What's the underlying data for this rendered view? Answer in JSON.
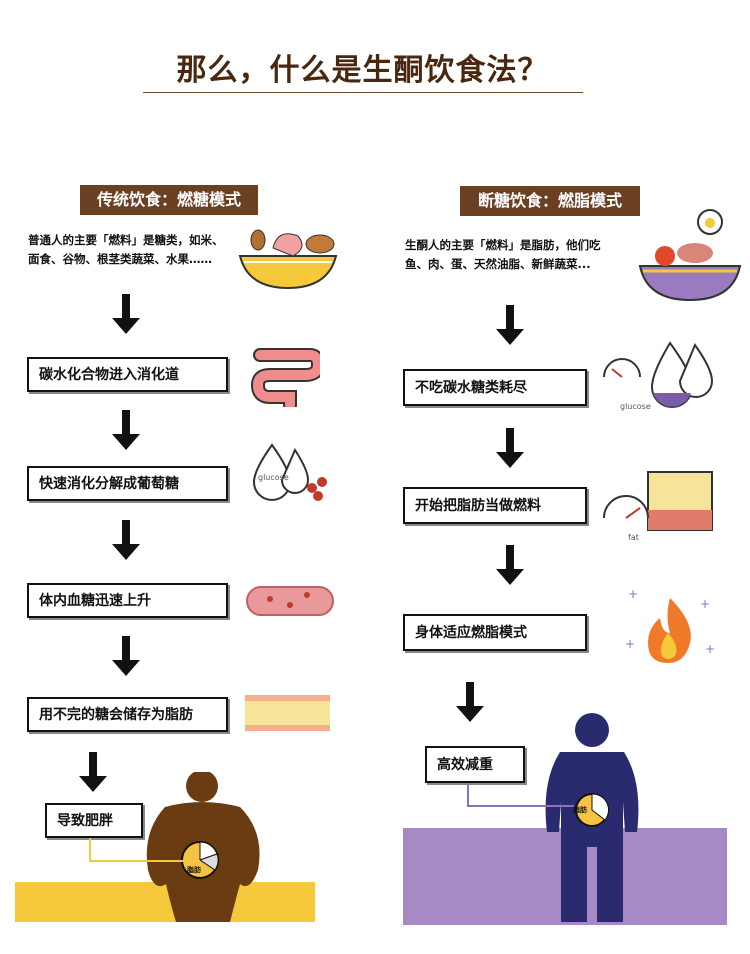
{
  "title": "那么，什么是生酮饮食法？",
  "left": {
    "header": "传统饮食：燃糖模式",
    "desc_lines": [
      "普通人的主要「燃料」是糖类，如米、",
      "面食、谷物、根茎类蔬菜、水果……"
    ],
    "steps": [
      "碳水化合物进入消化道",
      "快速消化分解成葡萄糖",
      "体内血糖迅速上升",
      "用不完的糖会储存为脂肪",
      "导致肥胖"
    ],
    "glucose_label": "glucose",
    "pie_label": "脂肪",
    "band_color": "#f5c93b",
    "figure_color": "#6b3b12"
  },
  "right": {
    "header": "断糖饮食：燃脂模式",
    "desc_lines": [
      "生酮人的主要「燃料」是脂肪，他们吃",
      "鱼、肉、蛋、天然油脂、新鲜蔬菜..."
    ],
    "steps": [
      "不吃碳水糖类耗尽",
      "开始把脂肪当做燃料",
      "身体适应燃脂模式",
      "高效减重"
    ],
    "glucose_label": "glucose",
    "fat_label": "fat",
    "pie_label": "脂肪",
    "band_color": "#a68ac6",
    "figure_color": "#2a2a6e"
  }
}
